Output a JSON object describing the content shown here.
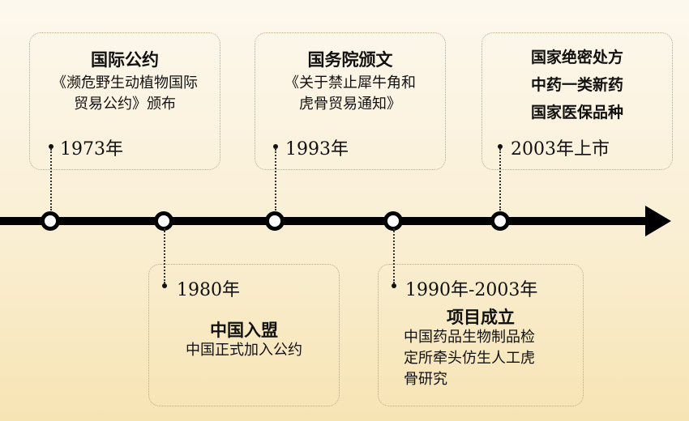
{
  "events": [
    {
      "year": "1973年",
      "title": "国际公约",
      "desc": [
        "《濒危野生动植物国际",
        "贸易公约》颁布"
      ]
    },
    {
      "year": "1980年",
      "title": "中国入盟",
      "desc": [
        "中国正式加入公约"
      ]
    },
    {
      "year": "1993年",
      "title": "国务院颁文",
      "desc": [
        "《关于禁止犀牛角和",
        "虎骨贸易通知》"
      ]
    },
    {
      "year": "1990年-2003年",
      "title": "项目成立",
      "desc": [
        "中国药品生物制品检",
        "定所牵头仿生人工虎",
        "骨研究"
      ]
    },
    {
      "year": "2003年上市",
      "title_lines": [
        "国家绝密处方",
        "中药一类新药",
        "国家医保品种"
      ]
    }
  ]
}
